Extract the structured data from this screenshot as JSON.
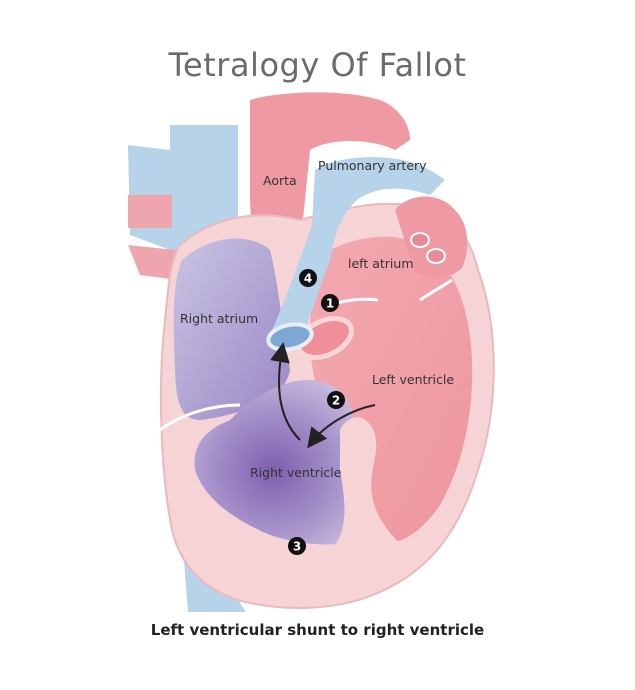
{
  "title": "Tetralogy Of Fallot",
  "caption": "Left ventricular shunt to right ventricle",
  "labels": {
    "aorta": "Aorta",
    "pulmonary_artery": "Pulmonary artery",
    "left_atrium": "left atrium",
    "right_atrium": "Right atrium",
    "left_ventricle": "Left ventricle",
    "right_ventricle": "Right ventricle"
  },
  "markers": [
    "1",
    "2",
    "3",
    "4"
  ],
  "colors": {
    "vein_blue": "#b7d3ea",
    "artery_pink": "#ef9aa2",
    "heart_pink": "#f5cdd0",
    "deoxygenated_purple": "#8e74b8",
    "title_gray": "#6b6b6b"
  }
}
